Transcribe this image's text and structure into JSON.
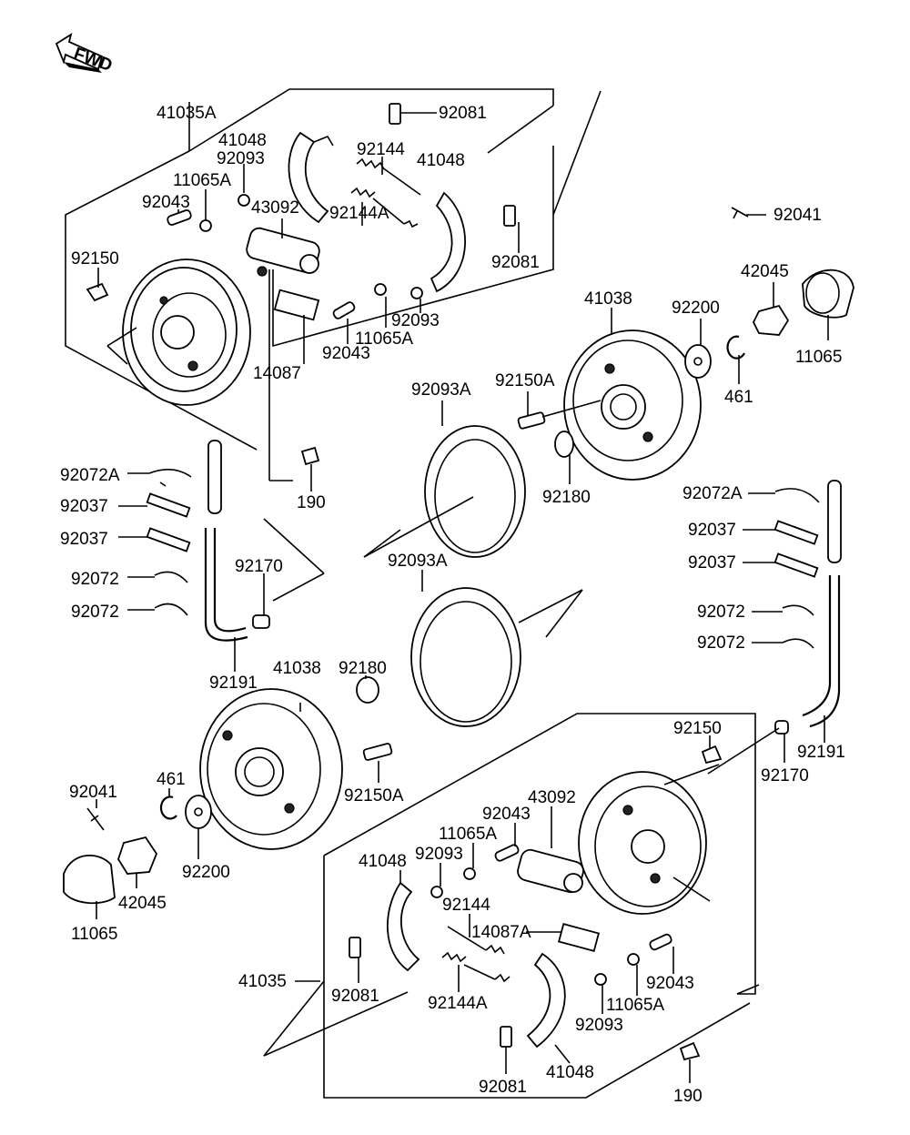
{
  "fwd_label": "FWD",
  "labels": {
    "l41035A": "41035A",
    "l92081_top": "92081",
    "l41048_tl": "41048",
    "l92093_tl": "92093",
    "l92144_t": "92144",
    "l41048_tr": "41048",
    "l11065A_tl": "11065A",
    "l92043_tl": "92043",
    "l43092_t": "43092",
    "l92144A_t": "92144A",
    "l92150_tl": "92150",
    "l92081_tr": "92081",
    "l92093_tr": "92093",
    "l11065A_tr": "11065A",
    "l92043_tr": "92043",
    "l14087": "14087",
    "l92041_r": "92041",
    "l42045_r": "42045",
    "l11065_r": "11065",
    "l41038_r": "41038",
    "l92200_r": "92200",
    "l461_r": "461",
    "l92150A_r": "92150A",
    "l92093A_t": "92093A",
    "l92180_r": "92180",
    "l190_t": "190",
    "l92072A_l": "92072A",
    "l92037_l1": "92037",
    "l92037_l2": "92037",
    "l92072_l1": "92072",
    "l92072_l2": "92072",
    "l92170_l": "92170",
    "l92191_l": "92191",
    "l92093A_b": "92093A",
    "l92072A_r": "92072A",
    "l92037_r1": "92037",
    "l92037_r2": "92037",
    "l92072_r1": "92072",
    "l92072_r2": "92072",
    "l41038_l": "41038",
    "l92180_l": "92180",
    "l92150A_l": "92150A",
    "l92041_l": "92041",
    "l461_l": "461",
    "l92200_l": "92200",
    "l42045_l": "42045",
    "l11065_l": "11065",
    "l92150_br": "92150",
    "l92191_r": "92191",
    "l92170_r": "92170",
    "l92043_bm": "92043",
    "l43092_b": "43092",
    "l11065A_bm": "11065A",
    "l41048_bl": "41048",
    "l92093_bl": "92093",
    "l92144_b": "92144",
    "l14087A": "14087A",
    "l41035": "41035",
    "l92081_bl": "92081",
    "l92144A_b": "92144A",
    "l92043_br": "92043",
    "l11065A_br": "11065A",
    "l92093_br": "92093",
    "l41048_br": "41048",
    "l92081_bb": "92081",
    "l190_b": "190"
  }
}
